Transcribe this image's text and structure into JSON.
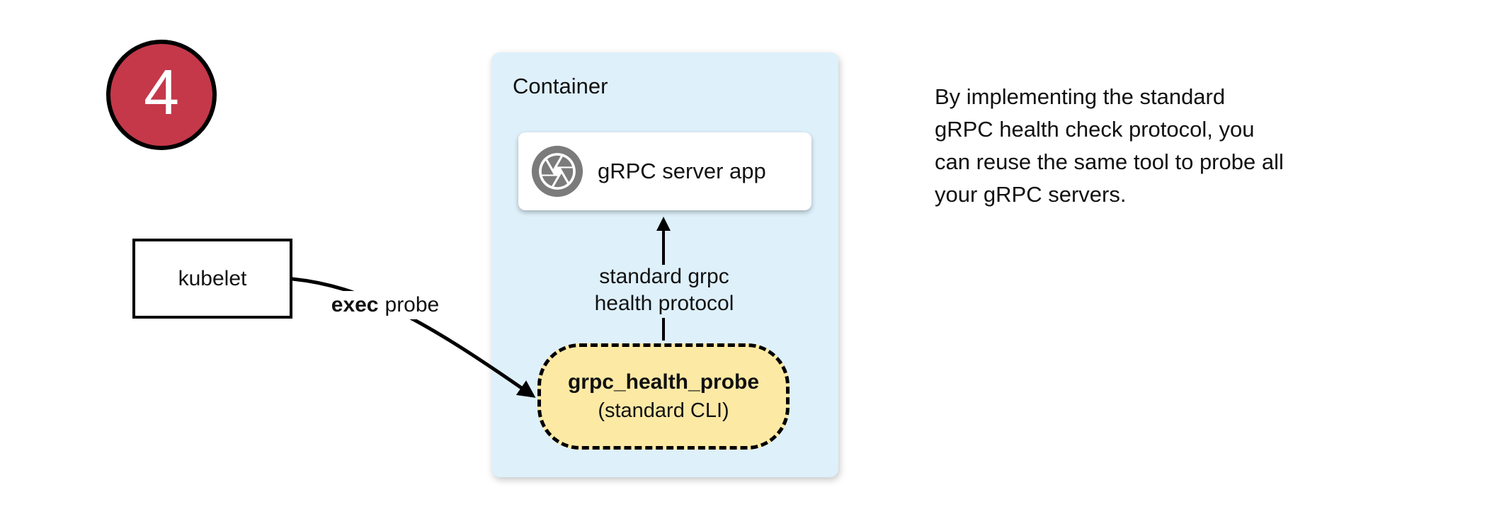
{
  "colors": {
    "badge_fill": "#c4384a",
    "container_fill": "#def0fa",
    "probe_fill": "#fce9a4",
    "icon_gray": "#7b7b7b",
    "line_black": "#000000"
  },
  "badge": {
    "number": "4"
  },
  "kubelet_box": {
    "label": "kubelet"
  },
  "exec_probe": {
    "bold": "exec",
    "regular": "probe"
  },
  "container": {
    "title": "Container",
    "server_box": {
      "icon": "aperture-icon",
      "label": "gRPC server app"
    },
    "probe_box": {
      "title": "grpc_health_probe",
      "subtitle": "(standard CLI)"
    }
  },
  "protocol_label": {
    "line1": "standard grpc",
    "line2": "health protocol"
  },
  "note": {
    "lines": [
      "By implementing the standard",
      "gRPC health check protocol, you",
      "can reuse the same tool to probe all",
      "your gRPC servers."
    ]
  }
}
